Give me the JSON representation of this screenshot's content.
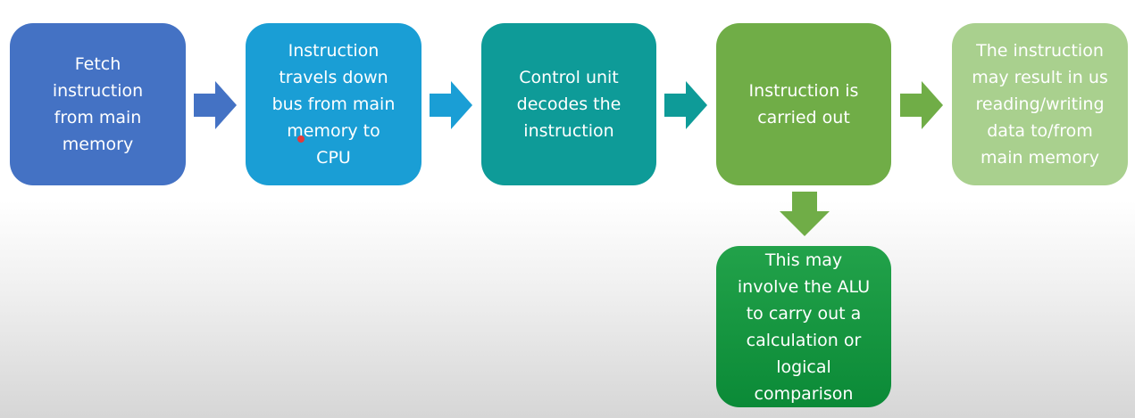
{
  "steps": [
    {
      "id": "fetch",
      "lines": [
        "Fetch",
        "instruction",
        "from main",
        "memory"
      ],
      "color": "#4472c4"
    },
    {
      "id": "travel",
      "lines": [
        "Instruction",
        "travels down",
        "bus from main",
        "memory to",
        "CPU"
      ],
      "color": "#1a9ed5"
    },
    {
      "id": "decode",
      "lines": [
        "Control unit",
        "decodes the",
        "instruction"
      ],
      "color": "#0e9b98"
    },
    {
      "id": "execute",
      "lines": [
        "Instruction is",
        "carried out"
      ],
      "color": "#70ad47"
    },
    {
      "id": "readwrite",
      "lines": [
        "The instruction",
        "may result in us",
        "reading/writing",
        "data to/from",
        "main memory"
      ],
      "color": "#a9d08e"
    }
  ],
  "branch": {
    "lines": [
      "This may",
      "involve the ALU",
      "to carry out a",
      "calculation or",
      "logical",
      "comparison"
    ],
    "color": "#0b8a37"
  },
  "arrow_colors": [
    "#4472c4",
    "#1a9ed5",
    "#0e9b98",
    "#70ad47",
    "#70ad47"
  ]
}
